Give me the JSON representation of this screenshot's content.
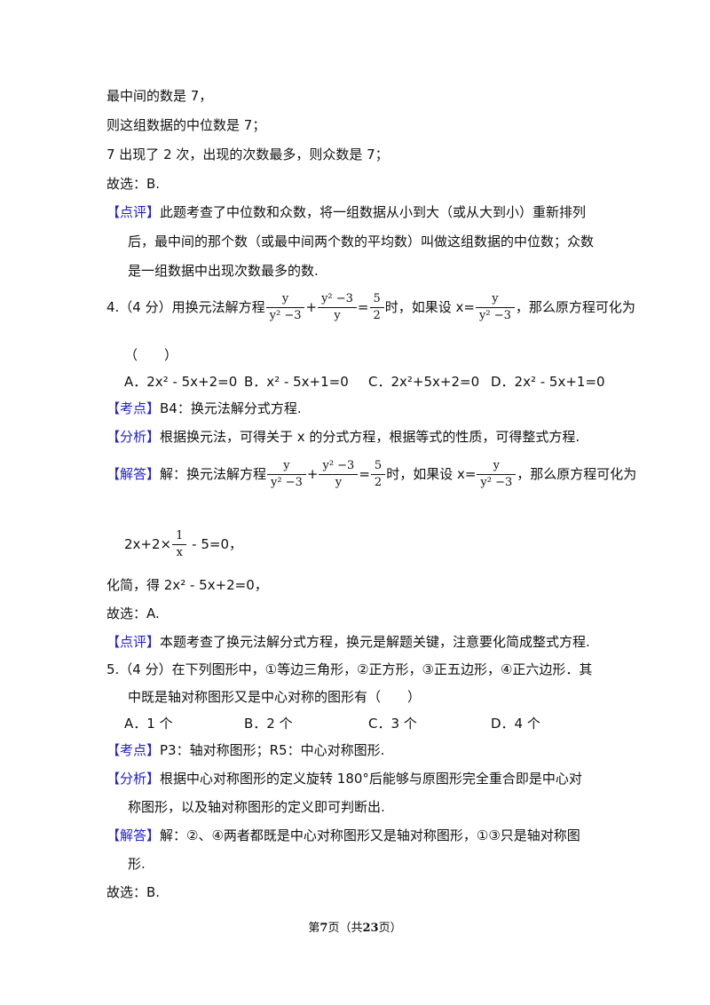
{
  "lines": {
    "l1": "最中间的数是 7，",
    "l2": "则这组数据的中位数是 7；",
    "l3": "7 出现了 2 次，出现的次数最多，则众数是 7；",
    "l4": "故选：B.",
    "q3_comment_tag": "【点评】",
    "q3_comment_1": "此题考查了中位数和众数，将一组数据从小到大（或从大到小）重新排列",
    "q3_comment_2": "后，最中间的那个数（或最中间两个数的平均数）叫做这组数据的中位数；众数",
    "q3_comment_3": "是一组数据中出现次数最多的数."
  },
  "q4": {
    "prefix": "4.（4 分）用换元法解方程",
    "frac1_num": "y",
    "frac1_den": "y² −3",
    "plus": "+",
    "frac2_num": "y² −3",
    "frac2_den": "y",
    "eq": "=",
    "frac3_num": "5",
    "frac3_den": "2",
    "mid": "时，如果设 x=",
    "frac4_num": "y",
    "frac4_den": "y² −3",
    "suffix": "，那么原方程可化为",
    "paren": "（　　）",
    "options": {
      "a": "A．2x² - 5x+2=0",
      "b": "B．x² - 5x+1=0",
      "c": "C．2x²+5x+2=0",
      "d": "D．2x² - 5x+1=0"
    },
    "kaodian_tag": "【考点】",
    "kaodian": "B4：换元法解分式方程.",
    "fenxi_tag": "【分析】",
    "fenxi": "根据换元法，可得关于 x 的分式方程，根据等式的性质，可得整式方程.",
    "jieda_tag": "【解答】",
    "jieda_prefix": "解：换元法解方程",
    "work_prefix": "2x+2×",
    "work_frac_num": "1",
    "work_frac_den": "x",
    "work_suffix": " - 5=0，",
    "simplify": "化简，得 2x² - 5x+2=0，",
    "choice": "故选：A.",
    "dianping_tag": "【点评】",
    "dianping": "本题考查了换元法解分式方程，换元是解题关键，注意要化简成整式方程."
  },
  "q5": {
    "line1": "5.（4 分）在下列图形中，①等边三角形，②正方形，③正五边形，④正六边形．其",
    "line2": "中既是轴对称图形又是中心对称的图形有（　　）",
    "options": {
      "a": "A．1 个",
      "b": "B．2 个",
      "c": "C．3 个",
      "d": "D．4 个"
    },
    "kaodian_tag": "【考点】",
    "kaodian": "P3：轴对称图形；R5：中心对称图形.",
    "fenxi_tag": "【分析】",
    "fenxi_1": "根据中心对称图形的定义旋转 180°后能够与原图形完全重合即是中心对",
    "fenxi_2": "称图形，以及轴对称图形的定义即可判断出.",
    "jieda_tag": "【解答】",
    "jieda_1": "解：②、④两者都既是中心对称图形又是轴对称图形，①③只是轴对称图",
    "jieda_2": "形.",
    "choice": "故选：B."
  },
  "footer": {
    "pre": "第",
    "page": "7",
    "mid": "页（共",
    "total": "23",
    "post": "页）"
  }
}
